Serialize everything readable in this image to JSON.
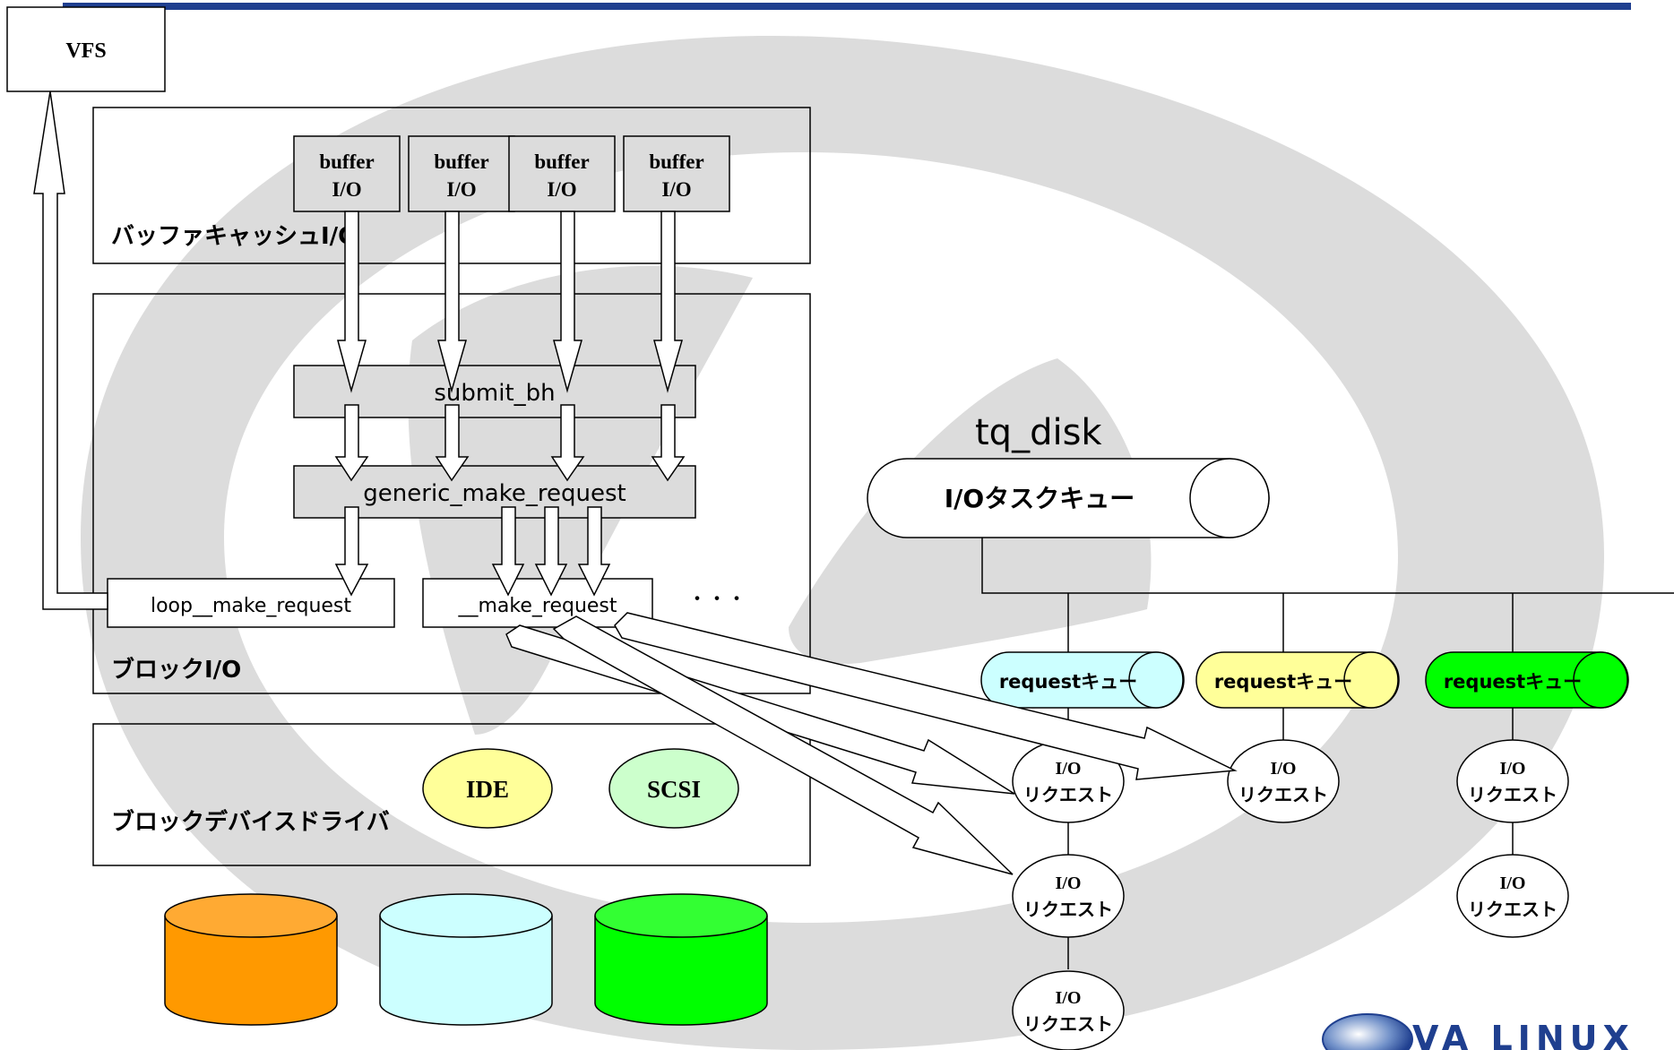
{
  "vfs": "VFS",
  "buffer_io": [
    {
      "line1": "buffer",
      "line2": "I/O"
    },
    {
      "line1": "buffer",
      "line2": "I/O"
    },
    {
      "line1": "buffer",
      "line2": "I/O"
    },
    {
      "line1": "buffer",
      "line2": "I/O"
    }
  ],
  "buffer_cache_label": "バッファキャッシュI/O",
  "submit_bh": "submit_bh",
  "generic_make_request": "generic_make_request",
  "loop_make_request": "loop__make_request",
  "make_request": "__make_request",
  "ellipsis": "・・・",
  "block_io_label": "ブロックI/O",
  "block_driver_label": "ブロックデバイスドライバ",
  "ide": "IDE",
  "scsi": "SCSI",
  "tq_disk": "tq_disk",
  "io_task_queue": "I/Oタスクキュー",
  "request_queues": [
    {
      "label": "requestキュー",
      "color": "#ccffff"
    },
    {
      "label": "requestキュー",
      "color": "#ffff99"
    },
    {
      "label": "requestキュー",
      "color": "#00ff00"
    }
  ],
  "io_request": {
    "line1": "I/O",
    "line2": "リクエスト"
  },
  "disk_colors": [
    "#ff9900",
    "#ccffff",
    "#00ff00"
  ],
  "ide_color": "#ffff99",
  "scsi_color": "#ccffcc",
  "header_bar_color": "#1f3f8f",
  "logo": "VA LINUX"
}
